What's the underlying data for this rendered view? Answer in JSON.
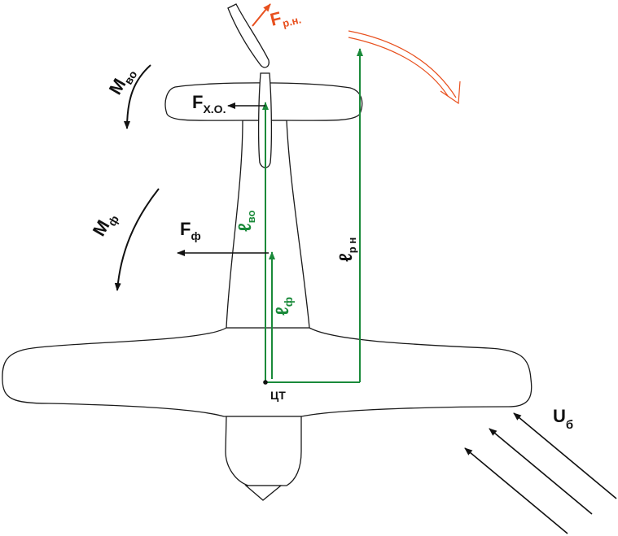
{
  "colors": {
    "outline": "#1a1a1a",
    "green": "#1a8a3a",
    "orange": "#e8501e",
    "black": "#111111"
  },
  "labels": {
    "f_rn_main": "F",
    "f_rn_sub": "р.н.",
    "m_vo_main": "M",
    "m_vo_sub": "во",
    "f_xo_main": "F",
    "f_xo_sub": "X.O.",
    "m_f_main": "M",
    "m_f_sub": "ф",
    "f_f_main": "F",
    "f_f_sub": "ф",
    "l_vo_main": "ℓ",
    "l_vo_sub": "во",
    "l_rn_main": "ℓ",
    "l_rn_sub": "р н",
    "l_f_main": "ℓ",
    "l_f_sub": "ф",
    "ct": "ЦТ",
    "u_b_main": "U",
    "u_b_sub": "б"
  }
}
